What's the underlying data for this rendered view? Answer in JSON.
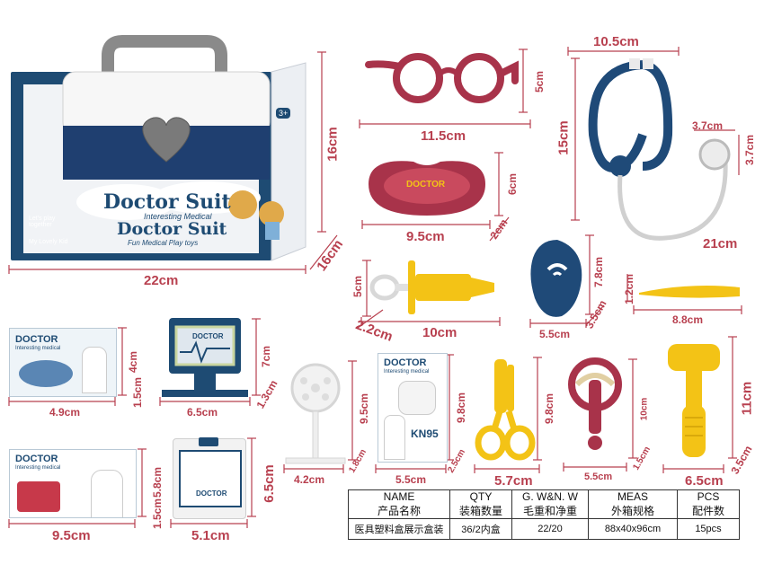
{
  "box": {
    "title_top": "Doctor Suit",
    "subtitle_top": "Interesting Medical",
    "title_bottom": "Doctor Suit",
    "subtitle_bottom": "Fun Medical Play toys",
    "side_text_1": "Let's play together",
    "side_text_2": "My Lovely Kid",
    "age_badge": "3+",
    "width_label": "22cm",
    "height_label": "16cm",
    "depth_label": "16cm"
  },
  "items": {
    "glasses": {
      "w": "11.5cm",
      "h": "5cm"
    },
    "stethoscope": {
      "w": "10.5cm",
      "h": "15cm",
      "head_w": "3.7cm",
      "head_h": "3.7cm",
      "length": "21cm"
    },
    "kidney_dish": {
      "w": "9.5cm",
      "h": "6cm",
      "d": "2cm",
      "label": "DOCTOR"
    },
    "syringe": {
      "w": "10cm",
      "h": "5cm",
      "d": "2.2cm"
    },
    "otoscope": {
      "w": "5.5cm",
      "h": "7.8cm",
      "d": "3.5cm"
    },
    "tweezers": {
      "w": "8.8cm",
      "h": "1.2cm"
    },
    "card_doctor": {
      "title": "DOCTOR",
      "subtitle": "Interesting medical",
      "w": "4.9cm",
      "h": "4cm",
      "d": "1.5cm"
    },
    "monitor": {
      "label": "DOCTOR",
      "w": "6.5cm",
      "h": "7cm",
      "d": "1.3cm"
    },
    "mirror": {
      "w": "4.2cm",
      "h": "9.5cm",
      "d": "1.8cm"
    },
    "mask_card": {
      "title": "DOCTOR",
      "subtitle": "Interesting medical",
      "mask_label": "KN95",
      "w": "5.5cm",
      "h": "9.8cm",
      "d": "2.5cm"
    },
    "scissors": {
      "w": "5.7cm",
      "h": "9.8cm"
    },
    "reflex_tool": {
      "w": "5.5cm",
      "h": "10cm",
      "d": "1.5cm"
    },
    "hammer": {
      "w": "6.5cm",
      "h": "11cm",
      "d": "3.5cm"
    },
    "card_bottom": {
      "title": "DOCTOR",
      "subtitle": "Interesting medical",
      "w": "9.5cm",
      "h": "5.8cm",
      "d": "1.5cm"
    },
    "id_badge": {
      "label": "DOCTOR",
      "w": "5.1cm",
      "h": "6.5cm"
    }
  },
  "spec_table": {
    "headers_en": [
      "NAME",
      "QTY",
      "G. W&N. W",
      "MEAS",
      "PCS"
    ],
    "headers_cn": [
      "产品名称",
      "装箱数量",
      "毛重和净重",
      "外箱规格",
      "配件数"
    ],
    "row": [
      "医具塑料盒展示盒装",
      "36/2内盒",
      "22/20",
      "88x40x96cm",
      "15pcs"
    ]
  },
  "colors": {
    "dimension_red": "#b8404f",
    "box_navy": "#1e4b73",
    "toy_maroon": "#a8334a",
    "toy_yellow": "#f3c316",
    "toy_navy": "#1f4a78"
  }
}
